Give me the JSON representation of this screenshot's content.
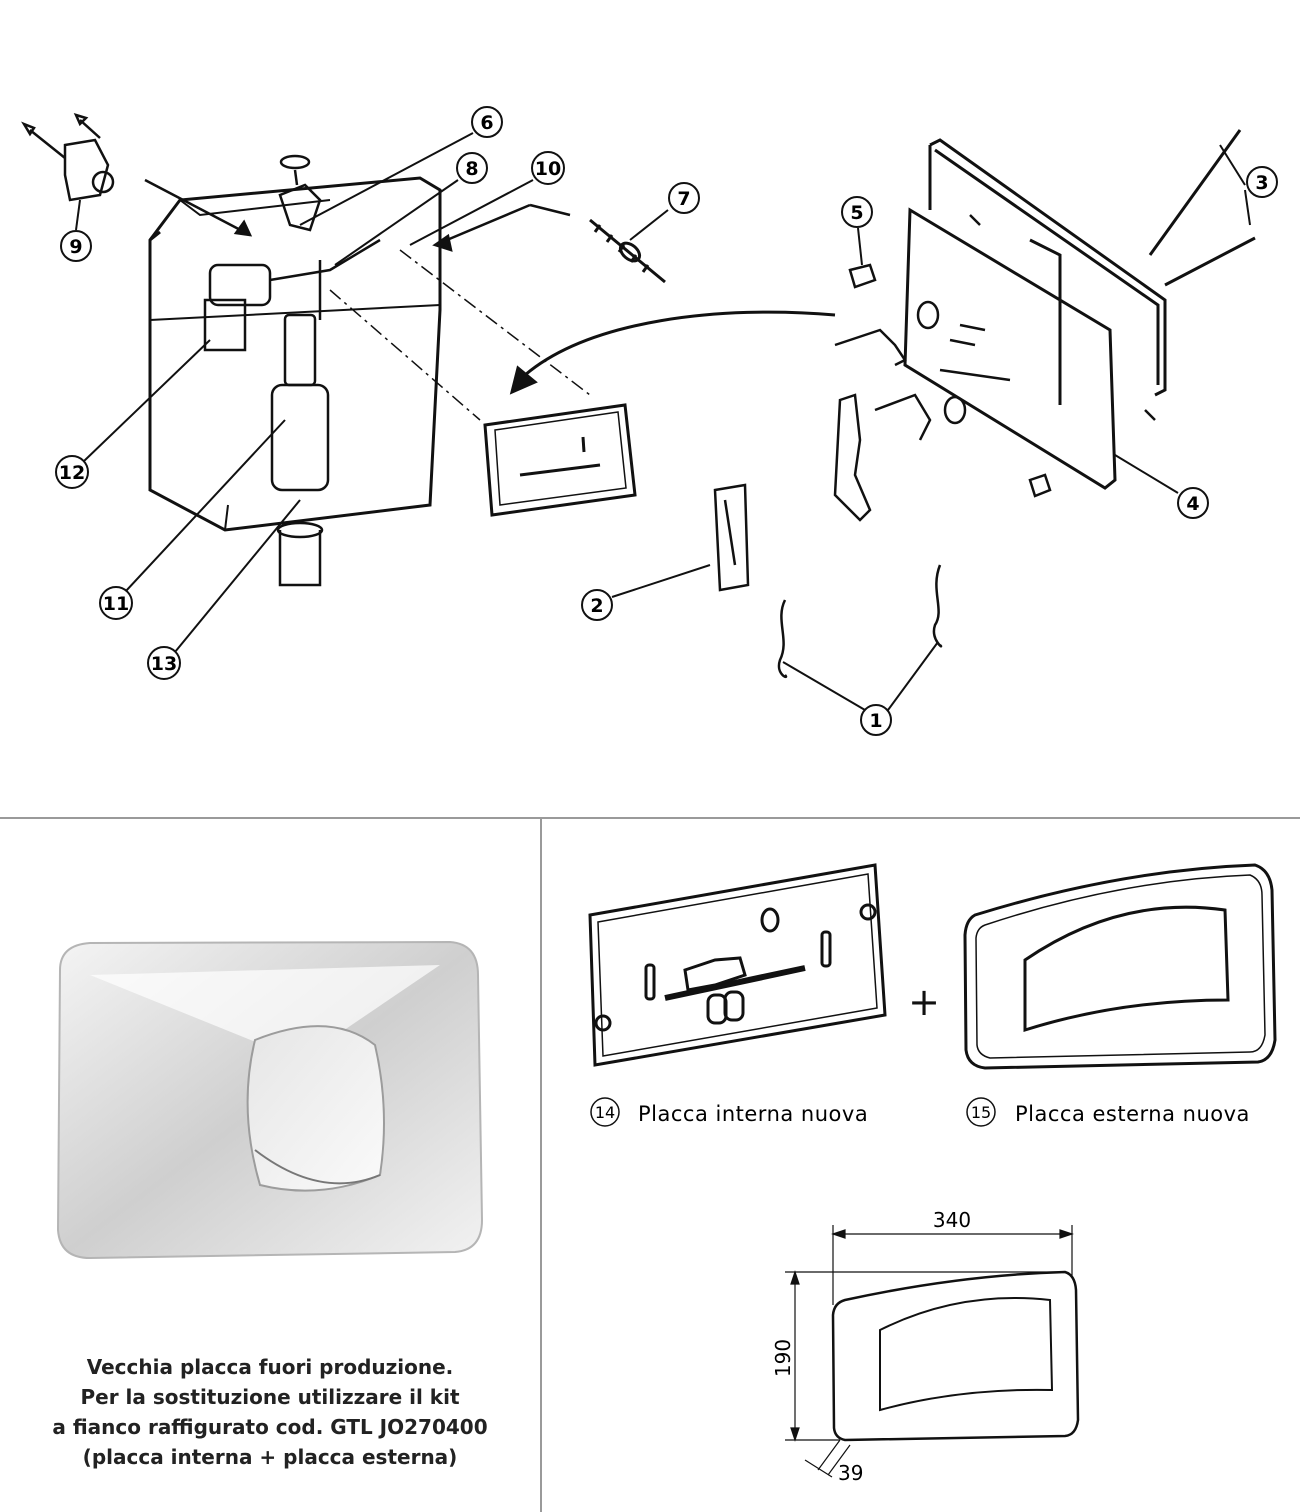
{
  "callouts": [
    {
      "num": "1"
    },
    {
      "num": "2"
    },
    {
      "num": "3"
    },
    {
      "num": "4"
    },
    {
      "num": "5"
    },
    {
      "num": "6"
    },
    {
      "num": "7"
    },
    {
      "num": "8"
    },
    {
      "num": "9"
    },
    {
      "num": "10"
    },
    {
      "num": "11"
    },
    {
      "num": "12"
    },
    {
      "num": "13"
    }
  ],
  "legend": {
    "inner": {
      "num": "14",
      "label": "Placca interna nuova"
    },
    "outer": {
      "num": "15",
      "label": "Placca esterna nuova"
    },
    "plus": "+"
  },
  "dimensions": {
    "width": "340",
    "height": "190",
    "depth": "39"
  },
  "caption": {
    "line1": "Vecchia placca fuori produzione.",
    "line2": "Per la sostituzione utilizzare il kit",
    "line3": "a fianco raffigurato cod. GTL JO270400",
    "line4": "(placca interna + placca esterna)"
  }
}
